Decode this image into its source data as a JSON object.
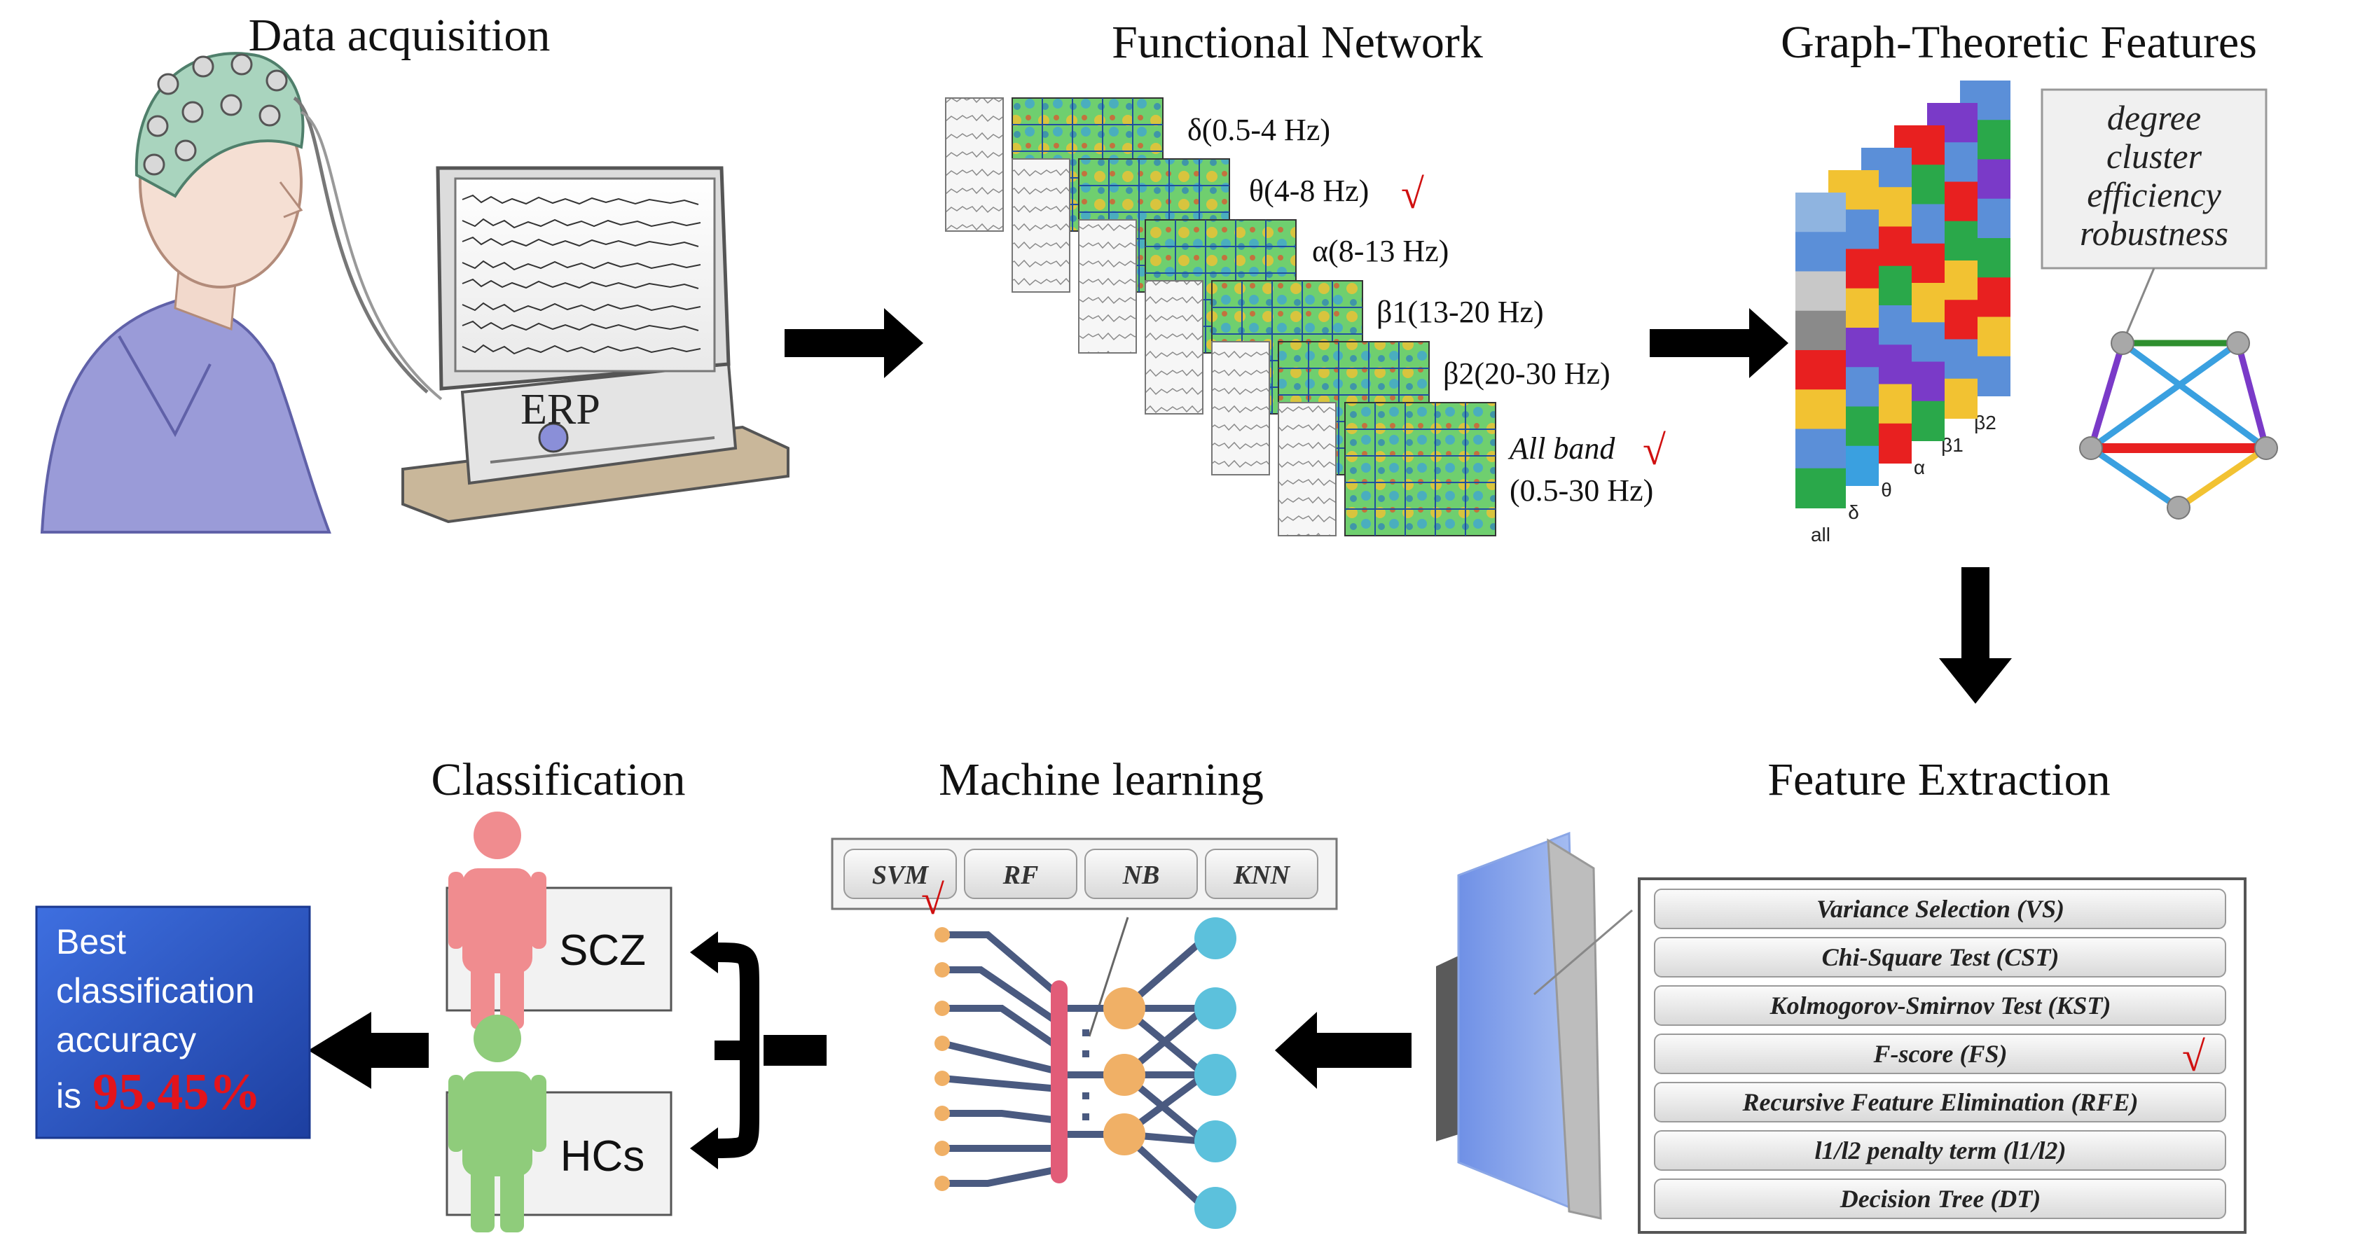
{
  "sections": {
    "data_acquisition": "Data acquisition",
    "functional_network": "Functional Network",
    "graph_features": "Graph-Theoretic Features",
    "feature_extraction": "Feature Extraction",
    "machine_learning": "Machine learning",
    "classification": "Classification"
  },
  "monitor_label": "ERP",
  "bands": [
    {
      "label": "δ(0.5-4 Hz)",
      "checked": false
    },
    {
      "label": "θ(4-8 Hz)",
      "checked": true
    },
    {
      "label": "α(8-13 Hz)",
      "checked": false
    },
    {
      "label": "β1(13-20 Hz)",
      "checked": false
    },
    {
      "label": "β2(20-30 Hz)",
      "checked": false
    }
  ],
  "all_band": {
    "label": "All band",
    "range": "(0.5-30 Hz)",
    "checked": true
  },
  "check_mark": "√",
  "graph_columns": [
    "all",
    "δ",
    "θ",
    "α",
    "β1",
    "β2"
  ],
  "graph_feature_list": [
    "degree",
    "cluster",
    "efficiency",
    "robustness"
  ],
  "ml_models": [
    {
      "label": "SVM",
      "checked": true
    },
    {
      "label": "RF",
      "checked": false
    },
    {
      "label": "NB",
      "checked": false
    },
    {
      "label": "KNN",
      "checked": false
    }
  ],
  "feature_selection": [
    {
      "label": "Variance Selection (VS)",
      "checked": false
    },
    {
      "label": "Chi-Square Test (CST)",
      "checked": false
    },
    {
      "label": "Kolmogorov-Smirnov Test (KST)",
      "checked": false
    },
    {
      "label": "F-score (FS)",
      "checked": true
    },
    {
      "label": "Recursive Feature Elimination (RFE)",
      "checked": false
    },
    {
      "label": "l1/l2 penalty term (l1/l2)",
      "checked": false
    },
    {
      "label": "Decision Tree (DT)",
      "checked": false
    }
  ],
  "classes": [
    "SCZ",
    "HCs"
  ],
  "result": {
    "line1": "Best",
    "line2": "classification",
    "line3": "accuracy",
    "line4_prefix": "is",
    "value": "95.45%"
  },
  "colors": {
    "blue_box": "#2f59c7",
    "scz": "#f08c8f",
    "hcs": "#8fcc7b",
    "tick": "#d01010",
    "arrow": "#000000"
  }
}
